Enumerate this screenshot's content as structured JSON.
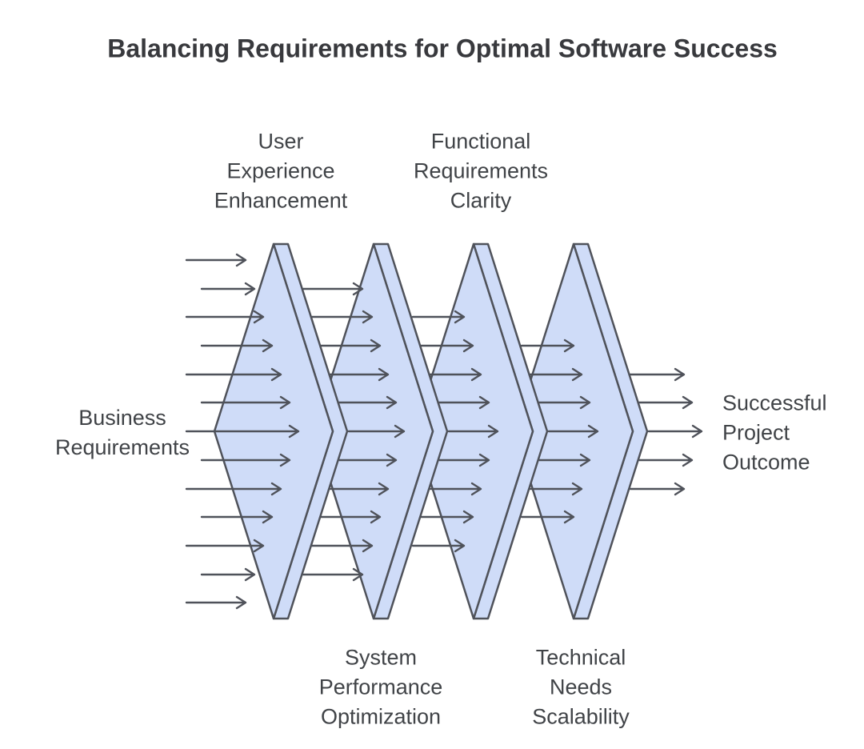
{
  "title": "Balancing Requirements for Optimal Software Success",
  "source": {
    "label": "Business\nRequirements"
  },
  "sink": {
    "label": "Successful\nProject\nOutcome"
  },
  "filters": [
    {
      "label": "User\nExperience\nEnhancement",
      "label_position": "top"
    },
    {
      "label": "System\nPerformance\nOptimization",
      "label_position": "bottom"
    },
    {
      "label": "Functional\nRequirements\nClarity",
      "label_position": "top"
    },
    {
      "label": "Technical\nNeeds\nScalability",
      "label_position": "bottom"
    }
  ],
  "flow": {
    "arrow_counts": {
      "input": 13,
      "after_filter_1": 11,
      "after_filter_2": 9,
      "after_filter_3": 7,
      "output": 5
    }
  },
  "colors": {
    "diamond_fill": "#cfdcf8",
    "diamond_stroke": "#4f525a",
    "arrow_stroke": "#4f525a",
    "label_text": "#404347",
    "title_text": "#38393d",
    "background": "#ffffff"
  }
}
